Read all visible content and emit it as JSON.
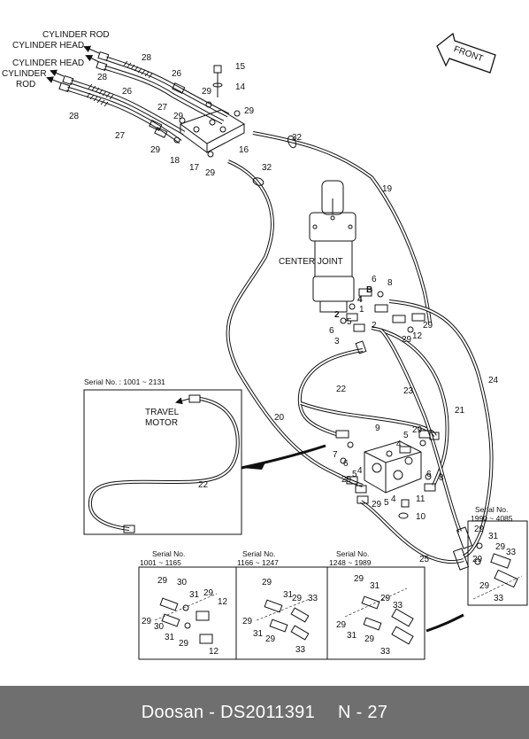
{
  "labels": {
    "cyl_rod_top": "CYLINDER ROD",
    "cyl_head_top": "CYLINDER HEAD",
    "cyl_head_mid": "CYLINDER HEAD",
    "cyl_rod_l1": "CYLINDER",
    "cyl_rod_l2": "ROD",
    "front": "FRONT",
    "center_joint": "CENTER JOINT",
    "travel_motor_1": "TRAVEL",
    "travel_motor_2": "MOTOR",
    "serial_1001_2131": "Serial No. : 1001 ~ 2131",
    "serial_1990_4085_1": "Serial No.",
    "serial_1990_4085_2": "1990 ~ 4085",
    "serial_1001_1165_1": "Serial No.",
    "serial_1001_1165_2": "1001 ~ 1165",
    "serial_1166_1247_1": "Serial No.",
    "serial_1166_1247_2": "1166 ~ 1247",
    "serial_1248_1989_1": "Serial No.",
    "serial_1248_1989_2": "1248 ~ 1989"
  },
  "callouts": {
    "n28a": "28",
    "n26a": "26",
    "n28b": "28",
    "n26b": "26",
    "n27a": "27",
    "n28c": "28",
    "n27b": "27",
    "n15": "15",
    "n14": "14",
    "n29a": "29",
    "n29b": "29",
    "n29c": "29",
    "n16": "16",
    "n29d": "29",
    "n18": "18",
    "n17": "17",
    "n29e": "29",
    "n32a": "32",
    "n32b": "32",
    "n19": "19",
    "n6a": "6",
    "n8a": "8",
    "nB": "B",
    "n4a": "4",
    "n2a": "2",
    "n1": "1",
    "n5a": "5",
    "n2b": "2",
    "n6b": "6",
    "n3": "3",
    "n29f": "29",
    "n12a": "12",
    "n29g": "29",
    "n22a": "22",
    "n23": "23",
    "n24": "24",
    "n21": "21",
    "n20": "20",
    "n22b": "22",
    "n9": "9",
    "n5b": "5",
    "n4b": "4",
    "n29h": "29",
    "n7": "7",
    "n6c": "6",
    "n4c": "4",
    "n29i": "29",
    "n5c": "5",
    "n6d": "6",
    "n8b": "8",
    "n4d": "4",
    "n29j": "29",
    "n11": "11",
    "n5d": "5",
    "n10": "10",
    "n25": "25",
    "r29a": "29",
    "r31a": "31",
    "r29b": "29",
    "r33a": "33",
    "r29c": "29",
    "r33b": "33",
    "a29": "29",
    "a30": "30",
    "a31": "31",
    "a29b": "29",
    "a12": "12",
    "a29c": "29",
    "a30b": "30",
    "a31b": "31",
    "a29d": "29",
    "a12b": "12",
    "b29": "29",
    "b31": "31",
    "b29b": "29",
    "b33": "33",
    "b29c": "29",
    "b31b": "31",
    "b29d": "29",
    "b33b": "33",
    "c29": "29",
    "c31": "31",
    "c29b": "29",
    "c33": "33",
    "c29c": "29",
    "c31b": "31",
    "c29d": "29",
    "c33b": "33"
  },
  "footer": {
    "brand": "Doosan - DS2011391",
    "page": "N - 27"
  }
}
